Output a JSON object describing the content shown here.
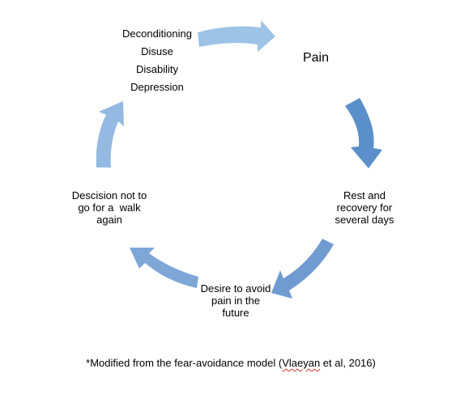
{
  "nodes": {
    "top_left": {
      "lines": [
        "Deconditioning",
        "Disuse",
        "Disability",
        "Depression"
      ]
    },
    "pain": {
      "label": "Pain"
    },
    "right": {
      "lines": [
        "Rest and",
        "recovery for",
        "several days"
      ]
    },
    "bottom": {
      "lines": [
        "Desire to avoid",
        "pain in the",
        "future"
      ]
    },
    "left": {
      "lines": [
        "Descision not to",
        "go for a  walk",
        "again"
      ]
    }
  },
  "footnote": {
    "before": "*Modified from the fear-avoidance model (",
    "flagged_word": "Vlaeyan",
    "after": " et al, 2016)"
  },
  "colors": {
    "arrow_top": "#9dc3e6",
    "arrow_right": "#5b8fc9",
    "arrow_lower_right": "#6f9bd1",
    "arrow_lower_left": "#7ea7d8",
    "arrow_left": "#95b9e2",
    "squiggle": "#d32f2f"
  }
}
